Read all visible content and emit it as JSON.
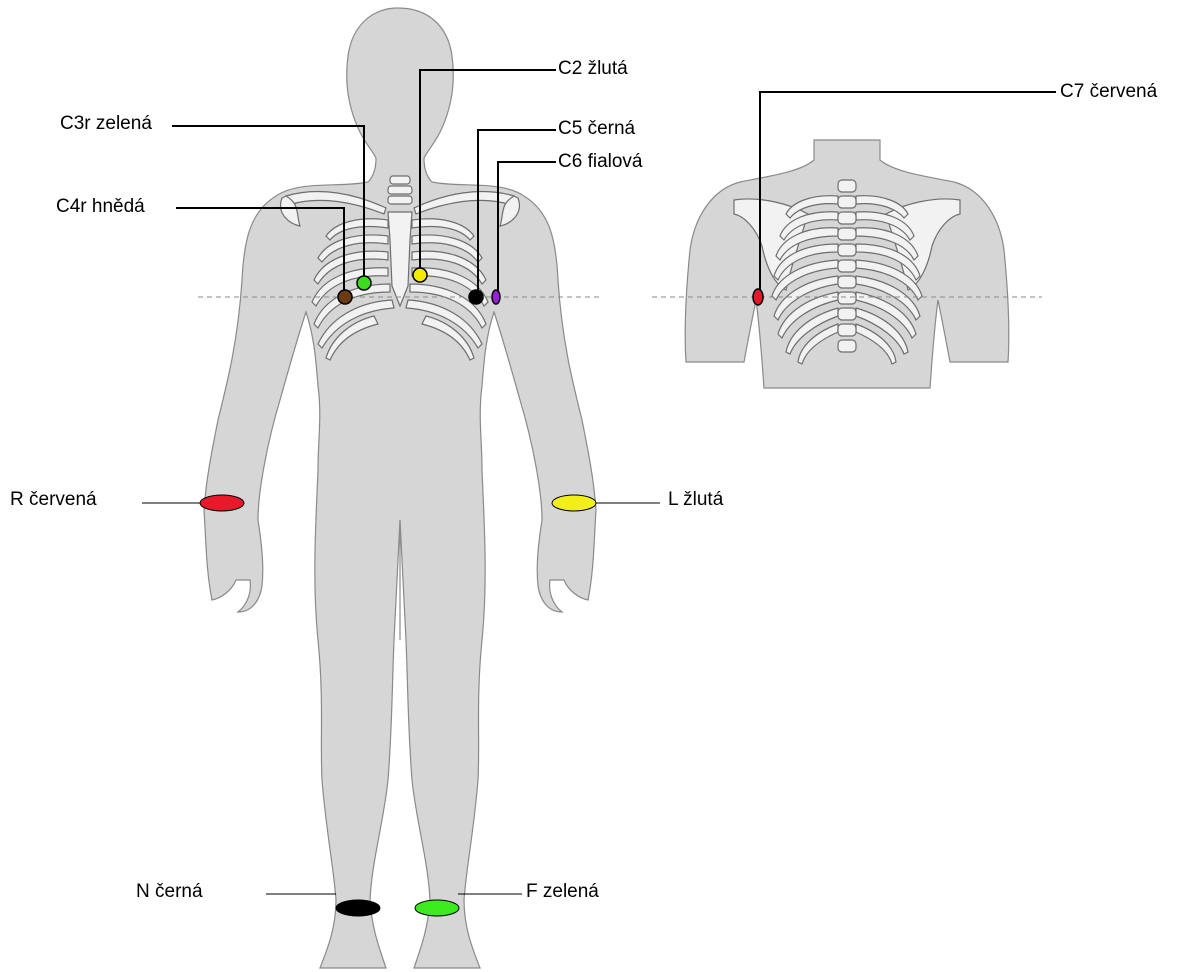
{
  "diagram": {
    "labels": {
      "c2": "C2 žlutá",
      "c3r": "C3r zelená",
      "c5": "C5 černá",
      "c6": "C6 fialová",
      "c4r": "C4r hnědá",
      "c7": "C7 červená",
      "r": "R červená",
      "l": "L žlutá",
      "n": "N černá",
      "f": "F zelená"
    },
    "colors": {
      "body": "#d6d6d6",
      "body_outline": "#8a8a8a",
      "bone": "#f2f2f2",
      "bone_outline": "#6e6e6e",
      "electrode_c2": "#f2ec00",
      "electrode_c3r": "#3ddc1c",
      "electrode_c4r": "#6b3b12",
      "electrode_c5": "#000000",
      "electrode_c6": "#9b1fd6",
      "electrode_c7": "#e3192b",
      "band_r": "#e8192b",
      "band_l": "#f2ee1a",
      "band_n": "#000000",
      "band_f": "#3cea1d"
    }
  }
}
